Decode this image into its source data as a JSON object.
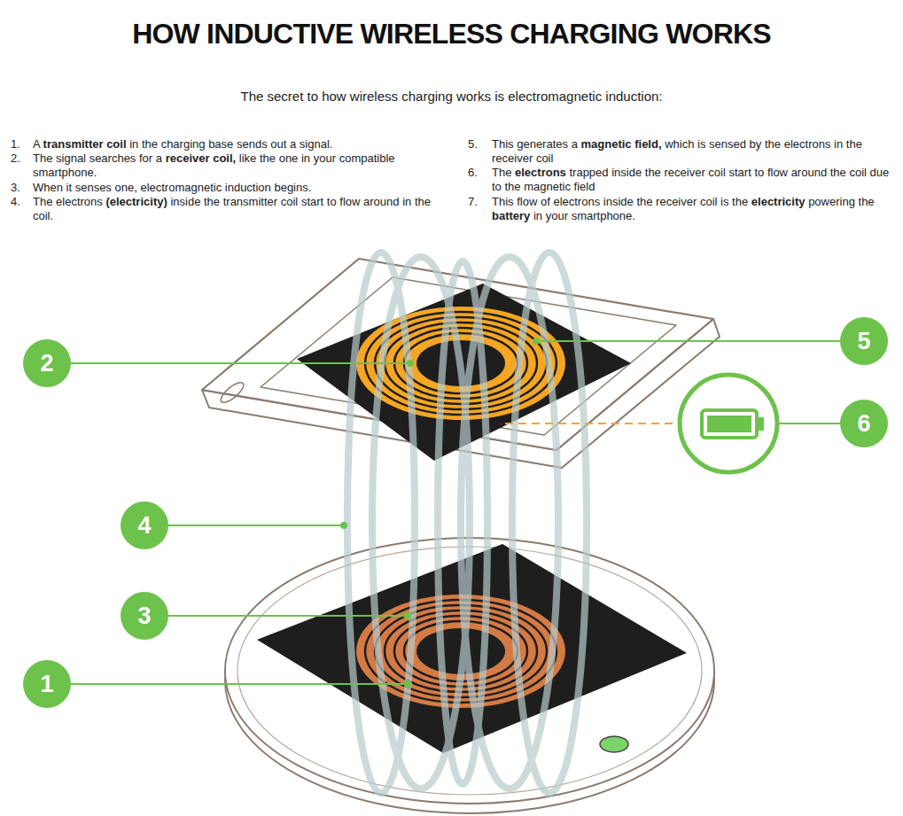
{
  "diagram": {
    "title": "HOW INDUCTIVE WIRELESS CHARGING WORKS",
    "nodes": [
      {
        "text": [
          "2"
        ]
      },
      {
        "text": [
          "5"
        ]
      },
      {
        "text": [
          "6"
        ]
      },
      {
        "text": [
          "4"
        ]
      },
      {
        "text": [
          "3"
        ]
      },
      {
        "text": [
          "1"
        ]
      }
    ],
    "labels": [
      "The secret to how wireless charging works is electromagnetic induction:",
      "1.",
      "A transmitter coil in the charging base sends out a signal.",
      "2.",
      "The signal searches for a receiver coil, like the one in your compatible smartphone.",
      "3.",
      "When it senses one, electromagnetic induction begins.",
      "4.",
      "The electrons (electricity) inside the transmitter coil start to flow around in the coil.",
      "5.",
      "This generates a magnetic field, which is sensed by the electrons in the receiver coil",
      "6.",
      "The electrons trapped inside the receiver coil start to flow around the coil due to the magnetic field",
      "7.",
      "This flow of electrons inside the receiver coil is the electricity powering the battery in your smartphone."
    ]
  }
}
